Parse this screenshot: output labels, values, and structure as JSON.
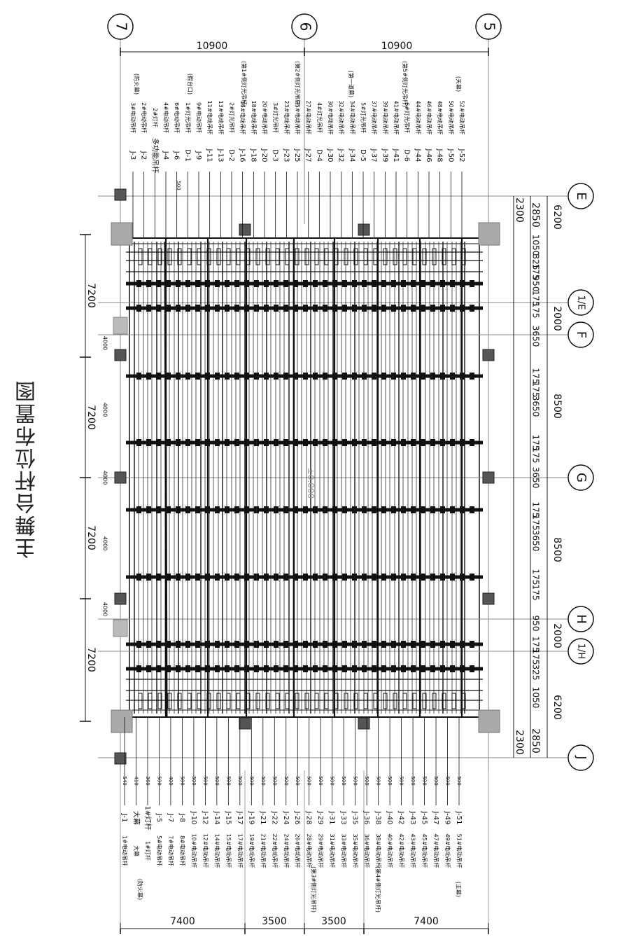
{
  "title": "主舞台杆位布置图",
  "center_label": "±0.000",
  "top_axes": [
    "7",
    "6",
    "5"
  ],
  "right_axes": [
    "E",
    "1/E",
    "F",
    "G",
    "H",
    "1/H",
    "J"
  ],
  "top_dims": [
    "10900",
    "10900"
  ],
  "bottom_dims": [
    "7400",
    "3500",
    "3500",
    "7400"
  ],
  "left_dims": [
    "7200",
    "7200",
    "7200",
    "7200"
  ],
  "right_outer_dims": [
    "6200",
    "2000",
    "8500",
    "8500",
    "2000",
    "6200"
  ],
  "right_mid_dims": [
    "2850",
    "2850"
  ],
  "right_inner_dims": [
    "2300",
    "2300"
  ],
  "right_fine_dims": [
    "1050",
    "325",
    "175",
    "950",
    "175",
    "175",
    "3650",
    "175",
    "175",
    "3650",
    "175",
    "175",
    "3650",
    "175",
    "175",
    "3650",
    "175",
    "175",
    "950",
    "175",
    "175",
    "325",
    "1050"
  ],
  "top_labels": [
    "J-3",
    "J-2",
    "多功能吊杆",
    "J-4",
    "J-6",
    "D-1",
    "J-9",
    "J-11",
    "J-13",
    "D-2",
    "J-16",
    "J-18",
    "J-20",
    "D-3",
    "J-23",
    "J-25",
    "J-27",
    "D-4",
    "J-30",
    "J-32",
    "J-34",
    "D-5",
    "J-37",
    "J-39",
    "J-41",
    "D-6",
    "J-44",
    "J-46",
    "J-48",
    "J-50",
    "J-52"
  ],
  "top_notes": [
    "3#电动吊杆",
    "2#电动吊杆",
    "2#灯杆",
    "4#电动吊杆",
    "6#电动吊杆",
    "1#灯光吊杆",
    "9#电动吊杆",
    "11#电动吊杆",
    "13#电动吊杆",
    "2#灯光吊杆",
    "16#电动吊杆",
    "18#电动吊杆",
    "20#电动吊杆",
    "3#灯光吊杆",
    "23#电动吊杆",
    "25#电动吊杆",
    "27#电动吊杆",
    "4#灯光吊杆",
    "30#电动吊杆",
    "32#电动吊杆",
    "34#电动吊杆",
    "5#灯光吊杆",
    "37#电动吊杆",
    "39#电动吊杆",
    "41#电动吊杆",
    "6#灯光吊杆",
    "44#电动吊杆",
    "46#电动吊杆",
    "48#电动吊杆",
    "50#电动吊杆",
    "52#电动吊杆"
  ],
  "top_groups": [
    "(防火幕)",
    "(假台口)",
    "(第1#侧灯光吊杆)",
    "(第2#侧灯光吊杆)",
    "(第一道幕)",
    "(第5#侧灯光吊杆)",
    "(天幕)"
  ],
  "bottom_labels": [
    "J-1",
    "大幕",
    "1#灯杆",
    "J-5",
    "J-7",
    "J-8",
    "J-10",
    "J-12",
    "J-14",
    "J-15",
    "J-17",
    "J-19",
    "J-21",
    "J-22",
    "J-24",
    "J-26",
    "J-28",
    "J-29",
    "J-31",
    "J-33",
    "J-35",
    "J-36",
    "J-38",
    "J-40",
    "J-42",
    "J-43",
    "J-45",
    "J-47",
    "J-49",
    "J-51"
  ],
  "bottom_notes": [
    "1#电动吊杆",
    "大幕",
    "1#灯杆",
    "5#电动吊杆",
    "7#电动吊杆",
    "8#电动吊杆",
    "10#电动吊杆",
    "12#电动吊杆",
    "14#电动吊杆",
    "15#电动吊杆",
    "17#电动吊杆",
    "19#电动吊杆",
    "21#电动吊杆",
    "22#电动吊杆",
    "24#电动吊杆",
    "26#电动吊杆",
    "28#电动吊杆",
    "29#电动吊杆",
    "31#电动吊杆",
    "33#电动吊杆",
    "35#电动吊杆",
    "36#电动吊杆",
    "38#电动吊杆",
    "40#电动吊杆",
    "42#电动吊杆",
    "43#电动吊杆",
    "45#电动吊杆",
    "47#电动吊杆",
    "49#电动吊杆",
    "51#电动吊杆"
  ],
  "bottom_groups": [
    "(防火幕)",
    "(第3#侧灯光吊杆)",
    "(第4#侧灯光吊杆)",
    "(主幕)"
  ],
  "spacing_top": [
    "500"
  ],
  "spacing_bottom": [
    "540",
    "410",
    "360",
    "500",
    "400",
    "500",
    "500",
    "500",
    "500",
    "500",
    "500",
    "500",
    "500",
    "500",
    "500",
    "500",
    "500",
    "500",
    "500",
    "500",
    "500",
    "500",
    "500",
    "500",
    "500",
    "500",
    "500",
    "500",
    "500",
    "500"
  ],
  "side_spacing": [
    "4000",
    "4000",
    "4000",
    "4000",
    "4000"
  ],
  "colors": {
    "line": "#111111",
    "column": "#555555",
    "column_big": "#aaaaaa",
    "grid": "#888888"
  }
}
